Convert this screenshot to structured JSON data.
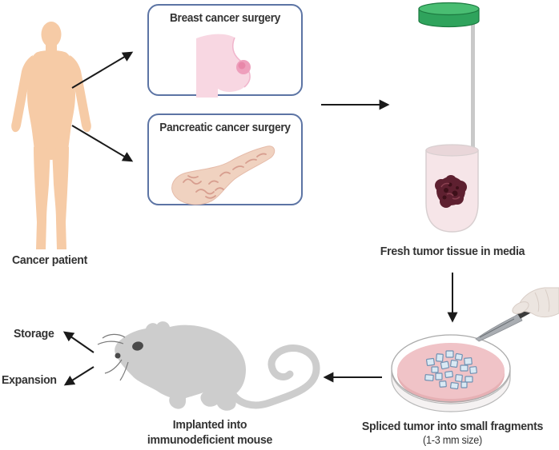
{
  "diagram": {
    "patient_label": "Cancer patient",
    "breast_box_title": "Breast cancer surgery",
    "pancreatic_box_title": "Pancreatic cancer surgery",
    "tube_label": "Fresh tumor tissue in media",
    "dish_label": "Spliced tumor into small fragments",
    "dish_sublabel": "(1-3 mm size)",
    "mouse_label_line1": "Implanted into",
    "mouse_label_line2": "immunodeficient mouse",
    "storage_label": "Storage",
    "expansion_label": "Expansion"
  },
  "colors": {
    "box-border": "#5c74a4",
    "skin": "#f6cba6",
    "breast-pink": "#f8d7e2",
    "areola-pink": "#ee9fbc",
    "pancreas-fill": "#f0d2c0",
    "pancreas-line": "#d79e8f",
    "cap-green": "#2fa35c",
    "cap-green-light": "#49bd72",
    "tube-media": "#f6e5e8",
    "tumor-dark": "#5e2030",
    "dish-media": "#f0c3c7",
    "fragment-fill": "#d9e9f4",
    "fragment-border": "#7191b2",
    "mouse-gray": "#cdcdcd",
    "arrow-black": "#1a1a1a",
    "text-dark": "#333333"
  }
}
